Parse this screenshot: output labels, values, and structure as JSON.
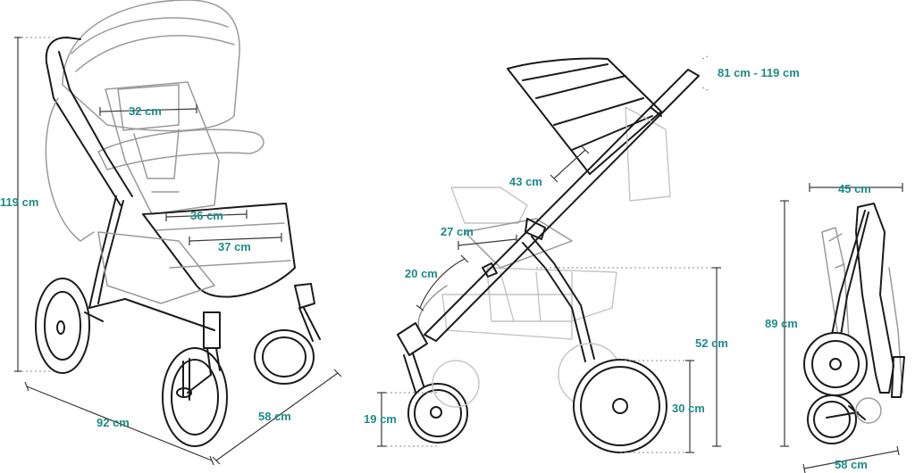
{
  "colors": {
    "dimension_text": "#1f8a8a",
    "line_dark": "#1b1b1b",
    "line_light": "#9a9a9a"
  },
  "front_view": {
    "height_label": "119 cm",
    "seat_width_label": "32 cm",
    "seat_depth_label": "36 cm",
    "footrest_width_label": "37 cm",
    "length_label": "92 cm",
    "width_label": "58 cm"
  },
  "side_view": {
    "handle_height_label": "81 cm - 119 cm",
    "backrest_label": "43 cm",
    "seat_label": "27 cm",
    "legrest_label": "20 cm",
    "seat_height_label": "52 cm",
    "rear_wheel_label": "30 cm",
    "front_wheel_label": "19 cm"
  },
  "folded_view": {
    "depth_label": "45 cm",
    "height_label": "89 cm",
    "width_label": "58 cm"
  }
}
